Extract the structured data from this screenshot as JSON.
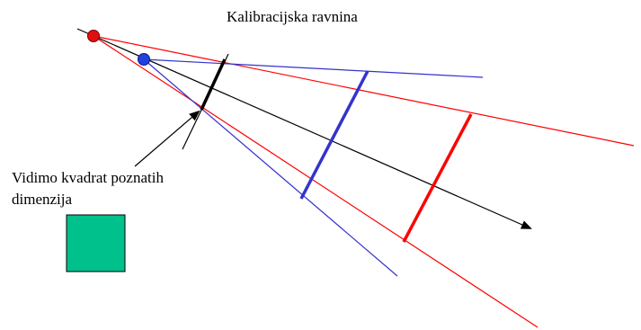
{
  "labels": {
    "calibration_plane": "Kalibracijska ravnina",
    "known_square_line1": "Vidimo kvadrat poznatih",
    "known_square_line2": "dimenzija"
  },
  "colors": {
    "red": "#ff0000",
    "blue": "#3333cc",
    "black": "#000000",
    "square_fill": "#00c08b",
    "red_point": "#e01010",
    "blue_point": "#2040e0"
  }
}
